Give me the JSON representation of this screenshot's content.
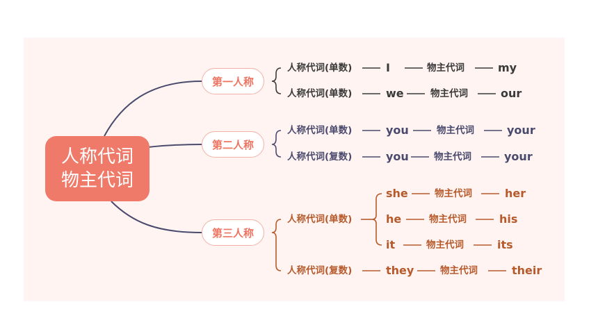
{
  "root": {
    "line1": "人称代词",
    "line2": "物主代词"
  },
  "groups": [
    {
      "label": "第一人称",
      "rows": [
        {
          "type": "人称代词(单数)",
          "pronoun": "I",
          "mid": "物主代词",
          "possessive": "my"
        },
        {
          "type": "人称代词(单数)",
          "pronoun": "we",
          "mid": "物主代词",
          "possessive": "our"
        }
      ]
    },
    {
      "label": "第二人称",
      "rows": [
        {
          "type": "人称代词(单数)",
          "pronoun": "you",
          "mid": "物主代词",
          "possessive": "your"
        },
        {
          "type": "人称代词(复数)",
          "pronoun": "you",
          "mid": "物主代词",
          "possessive": "your"
        }
      ]
    },
    {
      "label": "第三人称",
      "singular_type": "人称代词(单数)",
      "singular_rows": [
        {
          "pronoun": "she",
          "mid": "物主代词",
          "possessive": "her"
        },
        {
          "pronoun": "he",
          "mid": "物主代词",
          "possessive": "his"
        },
        {
          "pronoun": "it",
          "mid": "物主代词",
          "possessive": "its"
        }
      ],
      "plural_row": {
        "type": "人称代词(复数)",
        "pronoun": "they",
        "mid": "物主代词",
        "possessive": "their"
      }
    }
  ],
  "colors": {
    "root_fill": "#f07a6a",
    "branch_text": "#ee7462",
    "first_person": "#3a3a3a",
    "second_person": "#4a4a6e",
    "third_person": "#b65a2c"
  }
}
